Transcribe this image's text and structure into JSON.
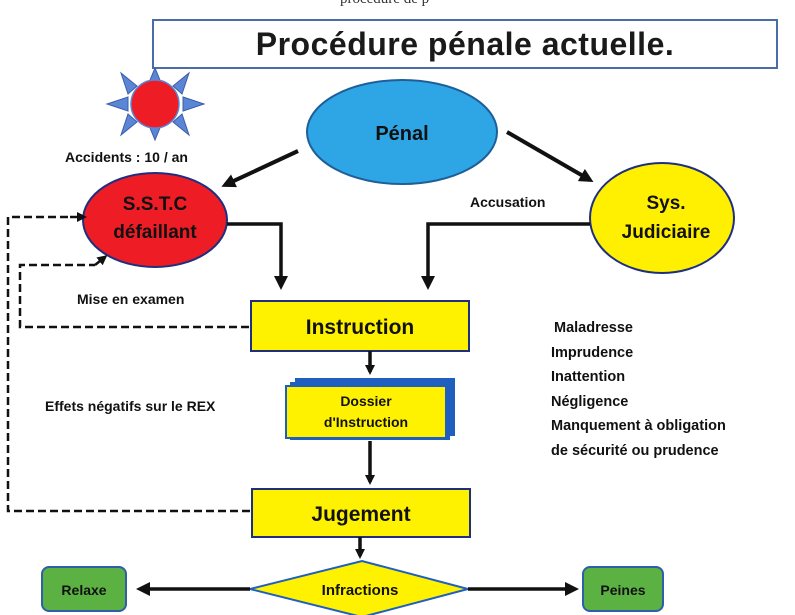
{
  "header": {
    "cut_text": "procédure de p",
    "title": "Procédure pénale actuelle."
  },
  "nodes": {
    "penal": "Pénal",
    "sstc_line1": "S.S.T.C",
    "sstc_line2": "défaillant",
    "sys_line1": "Sys.",
    "sys_line2": "Judiciaire",
    "instruction": "Instruction",
    "dossier_line1": "Dossier",
    "dossier_line2": "d'Instruction",
    "jugement": "Jugement",
    "infractions": "Infractions",
    "relaxe": "Relaxe",
    "peines": "Peines"
  },
  "labels": {
    "accidents": "Accidents : 10 / an",
    "accusation": "Accusation",
    "mise_en_examen": "Mise en examen",
    "effets": "Effets négatifs sur le REX"
  },
  "fault_list": [
    "Maladresse",
    "Imprudence",
    "Inattention",
    "Négligence",
    "Manquement à obligation",
    "de sécurité ou prudence"
  ],
  "colors": {
    "penal_fill": "#2ea6e6",
    "sstc_fill": "#ee1c25",
    "sys_fill": "#ffef00",
    "box_fill": "#fff200",
    "green_fill": "#5bb142",
    "title_border": "#4a6da8",
    "sun_ray": "#5b86d6"
  }
}
